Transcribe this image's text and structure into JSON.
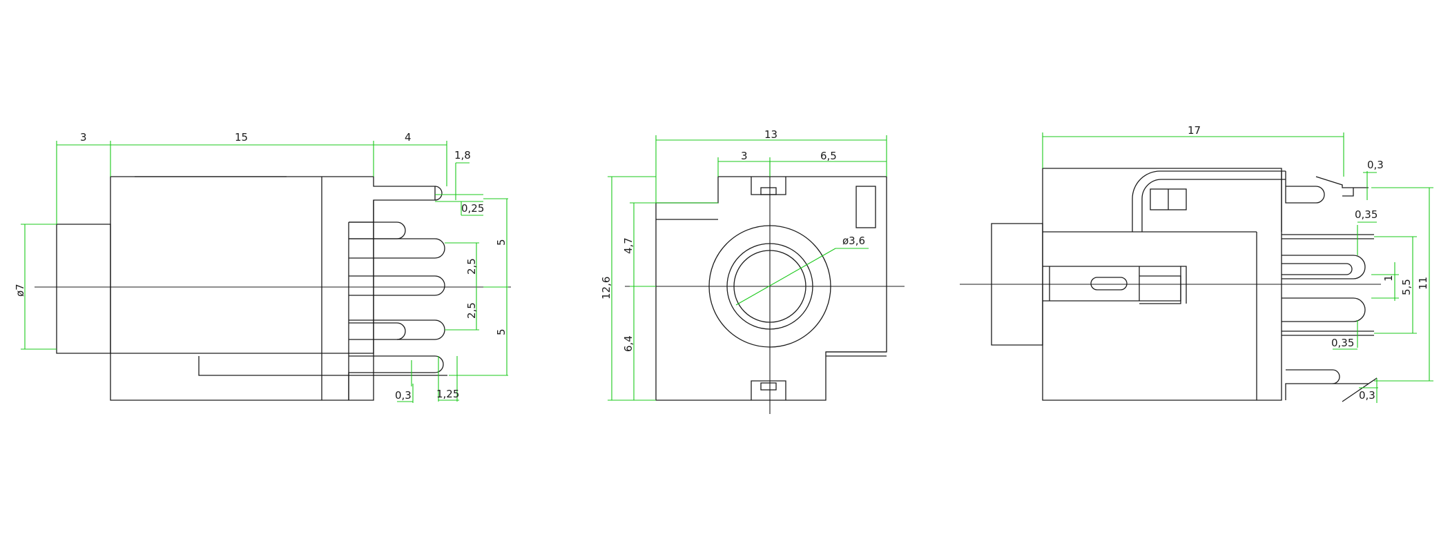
{
  "colors": {
    "outline": "#1a1a1a",
    "dimension": "#19c819",
    "background": "#ffffff"
  },
  "left_view": {
    "dim_3": "3",
    "dim_15": "15",
    "dim_4": "4",
    "dim_1_8": "1,8",
    "dim_0_25": "0,25",
    "dim_5_top": "5",
    "dim_2_5_top": "2,5",
    "dim_2_5_bottom": "2,5",
    "dim_5_bottom": "5",
    "dim_phi7": "ø7",
    "dim_0_3": "0,3",
    "dim_1_25": "1,25"
  },
  "front_view": {
    "dim_13": "13",
    "dim_3": "3",
    "dim_6_5": "6,5",
    "dim_12_6": "12,6",
    "dim_4_7": "4,7",
    "dim_6_4": "6,4",
    "dim_phi3_6": "ø3,6"
  },
  "right_view": {
    "dim_17": "17",
    "dim_0_3_top": "0,3",
    "dim_0_35_top": "0,35",
    "dim_1": "1",
    "dim_5_5": "5,5",
    "dim_11": "11",
    "dim_0_35_bottom": "0,35",
    "dim_0_3_bottom": "0,3"
  }
}
